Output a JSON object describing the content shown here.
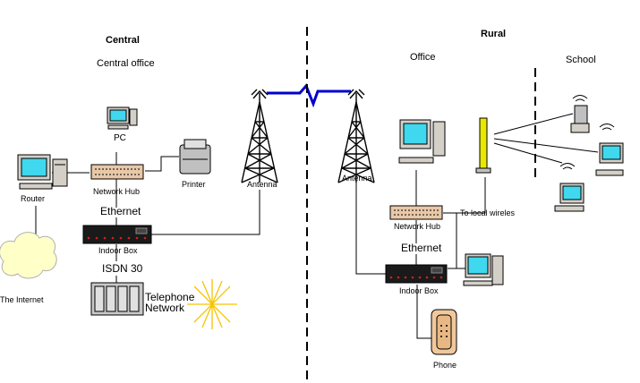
{
  "sections": {
    "central": "Central",
    "central_office": "Central office",
    "rural": "Rural",
    "office": "Office",
    "school": "School"
  },
  "labels": {
    "pc": "PC",
    "router": "Router",
    "network_hub_left": "Network Hub",
    "printer": "Printer",
    "antenna_left": "Antenna",
    "ethernet_left": "Ethernet",
    "indoor_box_left": "Indoor Box",
    "isdn": "ISDN 30",
    "internet": "The Internet",
    "telephone_network": "Telephone\nNetwork",
    "antenna_right": "Antenna",
    "network_hub_right": "Network Hub",
    "ethernet_right": "Ethernet",
    "indoor_box_right": "Indoor Box",
    "to_local_wireless": "To local wireles",
    "phone": "Phone"
  },
  "colors": {
    "link": "#0000cc",
    "divider": "#000000",
    "screen": "#3fd8ee",
    "cloud": "#ffffc8",
    "star": "#f5c400",
    "hub": "#e8c8a8",
    "indoor_box": "#1a1a1a",
    "phone": "#f0c89c"
  },
  "icons": [
    "router-computer-icon",
    "pc-icon",
    "network-hub-icon",
    "printer-icon",
    "antenna-tower-icon",
    "indoor-box-icon",
    "pbx-icon",
    "cloud-icon",
    "starburst-icon",
    "computer-icon",
    "wireless-mast-icon",
    "wireless-terminal-icon",
    "telephone-icon"
  ]
}
